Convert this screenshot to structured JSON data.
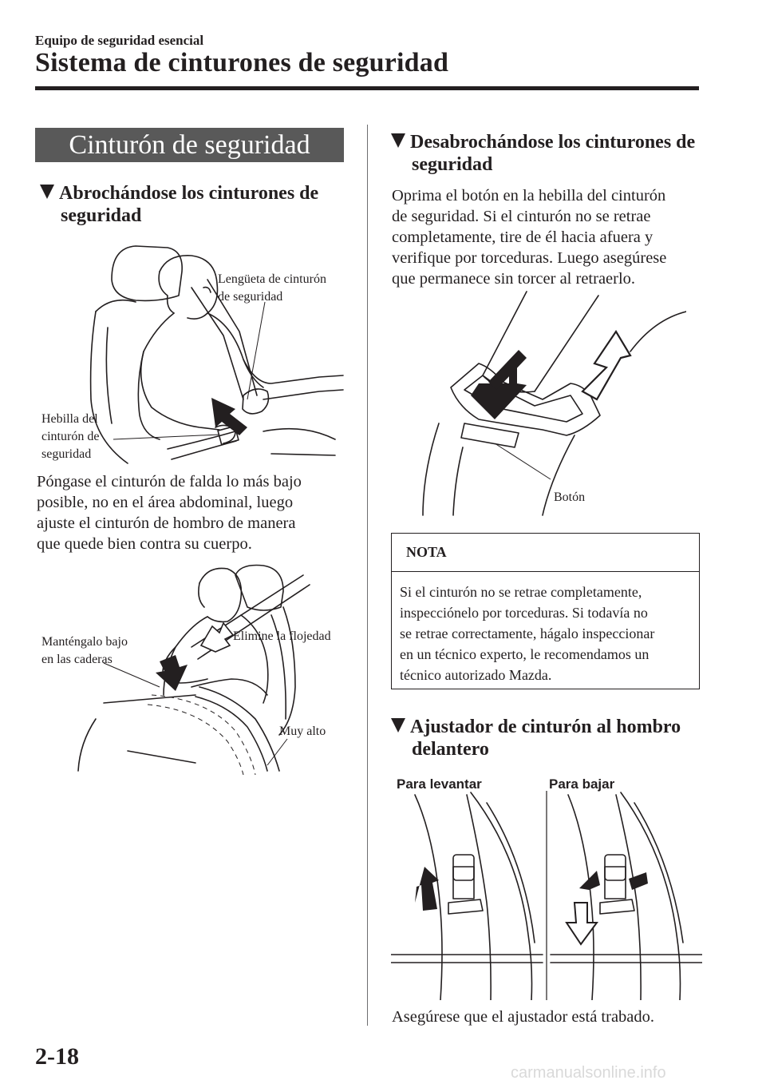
{
  "header": {
    "kicker": "Equipo de seguridad esencial",
    "title": "Sistema de cinturones de seguridad"
  },
  "left": {
    "banner": "Cinturón de seguridad",
    "section1": {
      "heading_l1": "Abrochándose los cinturones de",
      "heading_l2": "seguridad",
      "fig1": {
        "label_tongue_l1": "Lengüeta de cinturón",
        "label_tongue_l2": "de seguridad",
        "label_buckle_l1": "Hebilla del",
        "label_buckle_l2": "cinturón de",
        "label_buckle_l3": "seguridad"
      },
      "para": [
        "Póngase el cinturón de falda lo más bajo",
        "posible, no en el área abdominal, luego",
        "ajuste el cinturón de hombro de manera",
        "que quede bien contra su cuerpo."
      ],
      "fig2": {
        "label_low_l1": "Manténgalo bajo",
        "label_low_l2": "en las caderas",
        "label_slack": "Elimine la flojedad",
        "label_high": "Muy alto"
      }
    }
  },
  "right": {
    "section2": {
      "heading_l1": "Desabrochándose los cinturones de",
      "heading_l2": "seguridad",
      "para": [
        "Oprima el botón en la hebilla del cinturón",
        "de seguridad. Si el cinturón no se retrae",
        "completamente, tire de él hacia afuera y",
        "verifique por torceduras. Luego asegúrese",
        "que permanece sin torcer al retraerlo."
      ],
      "fig3": {
        "label_button": "Botón"
      }
    },
    "nota": {
      "title": "NOTA",
      "lines": [
        "Si el cinturón no se retrae completamente,",
        "inspecciónelo por torceduras. Si todavía no",
        "se retrae correctamente, hágalo inspeccionar",
        "en un técnico experto, le recomendamos un",
        "técnico autorizado Mazda."
      ]
    },
    "section3": {
      "heading_l1": "Ajustador de cinturón al hombro",
      "heading_l2": "delantero",
      "fig4": {
        "label_raise": "Para levantar",
        "label_lower": "Para bajar"
      },
      "caption": "Asegúrese que el ajustador está trabado."
    }
  },
  "footer": {
    "page_number": "2-18",
    "watermark": "carmanualsonline.info"
  }
}
